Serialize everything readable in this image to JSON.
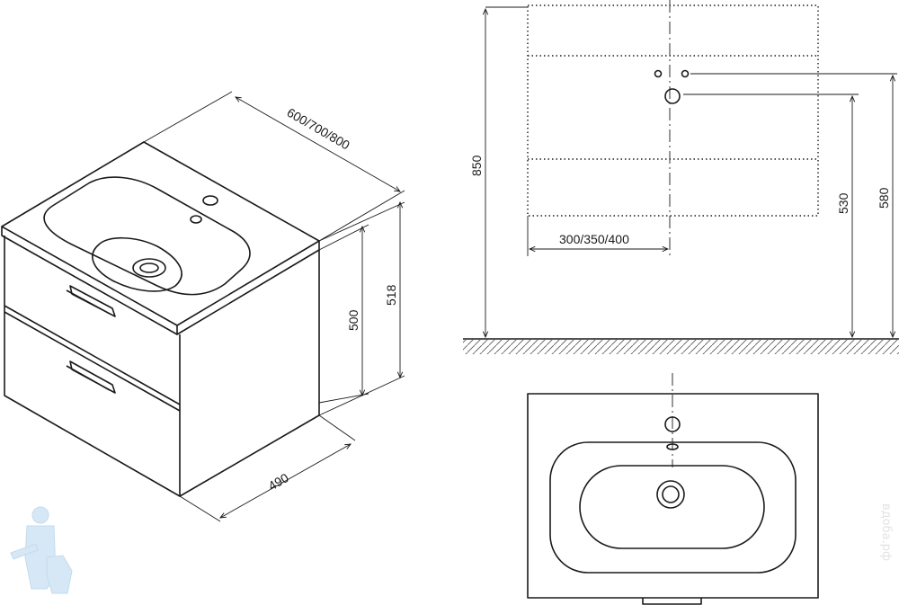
{
  "dimensions": {
    "width_options": "600/700/800",
    "height_top": "518",
    "height_body": "500",
    "depth": "490",
    "total_height": "850",
    "tap_hole_height": "530",
    "tap_height": "580",
    "drain_offset": "300/350/400"
  },
  "watermark": "вдоба.рф"
}
